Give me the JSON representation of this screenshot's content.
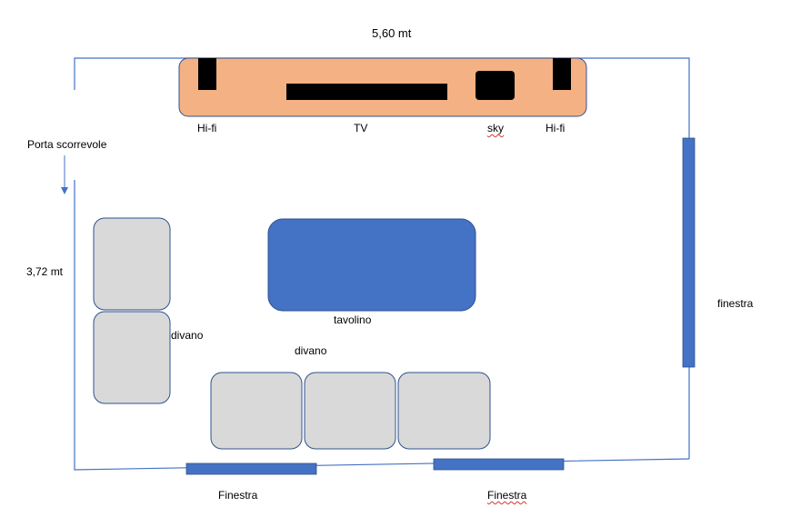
{
  "dimensions": {
    "width_label": "5,60 mt",
    "height_label": "3,72 mt"
  },
  "door": {
    "label": "Porta scorrevole"
  },
  "tv_unit": {
    "hifi_left_label": "Hi-fi",
    "tv_label": "TV",
    "sky_label": "sky",
    "hifi_right_label": "Hi-fi"
  },
  "table": {
    "label": "tavolino"
  },
  "sofa_side": {
    "label": "divano"
  },
  "sofa_bottom": {
    "label": "divano"
  },
  "windows": {
    "right_label": "finestra",
    "bottom_left_label": "Finestra",
    "bottom_right_label": "Finestra"
  },
  "colors": {
    "wall": "#4472c4",
    "cabinet": "#f4b183",
    "device": "#000000",
    "table": "#4472c4",
    "sofa": "#d9d9d9",
    "window": "#4472c4",
    "outline": "#2f528f"
  }
}
